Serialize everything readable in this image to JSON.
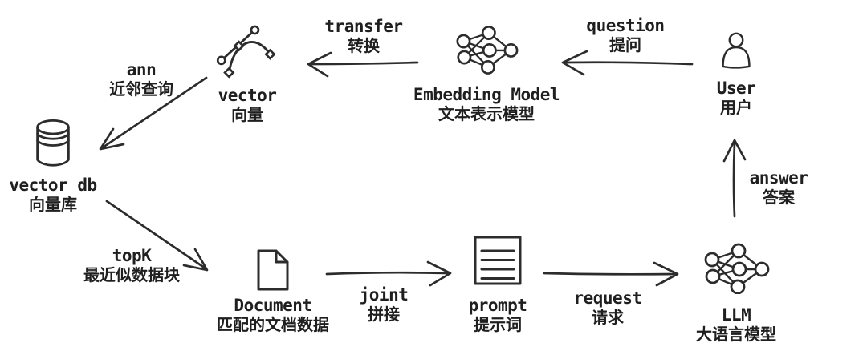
{
  "colors": {
    "background": "#ffffff",
    "stroke": "#2c2c2c",
    "text": "#1f1f1f"
  },
  "nodes": [
    {
      "id": "user",
      "icon": "person-icon",
      "label_en": "User",
      "label_zh": "用户"
    },
    {
      "id": "embedding_model",
      "icon": "neural-network-icon",
      "label_en": "Embedding Model",
      "label_zh": "文本表示模型"
    },
    {
      "id": "vector",
      "icon": "bezier-curve-icon",
      "label_en": "vector",
      "label_zh": "向量"
    },
    {
      "id": "vector_db",
      "icon": "database-icon",
      "label_en": "vector db",
      "label_zh": "向量库"
    },
    {
      "id": "document",
      "icon": "document-icon",
      "label_en": "Document",
      "label_zh": "匹配的文档数据"
    },
    {
      "id": "prompt",
      "icon": "prompt-lines-icon",
      "label_en": "prompt",
      "label_zh": "提示词"
    },
    {
      "id": "llm",
      "icon": "neural-network-icon",
      "label_en": "LLM",
      "label_zh": "大语言模型"
    }
  ],
  "edges": [
    {
      "id": "question",
      "from": "user",
      "to": "embedding_model",
      "label_en": "question",
      "label_zh": "提问"
    },
    {
      "id": "transfer",
      "from": "embedding_model",
      "to": "vector",
      "label_en": "transfer",
      "label_zh": "转换"
    },
    {
      "id": "ann",
      "from": "vector",
      "to": "vector_db",
      "label_en": "ann",
      "label_zh": "近邻查询"
    },
    {
      "id": "topk",
      "from": "vector_db",
      "to": "document",
      "label_en": "topK",
      "label_zh": "最近似数据块"
    },
    {
      "id": "joint",
      "from": "document",
      "to": "prompt",
      "label_en": "joint",
      "label_zh": "拼接"
    },
    {
      "id": "request",
      "from": "prompt",
      "to": "llm",
      "label_en": "request",
      "label_zh": "请求"
    },
    {
      "id": "answer",
      "from": "llm",
      "to": "user",
      "label_en": "answer",
      "label_zh": "答案"
    }
  ]
}
